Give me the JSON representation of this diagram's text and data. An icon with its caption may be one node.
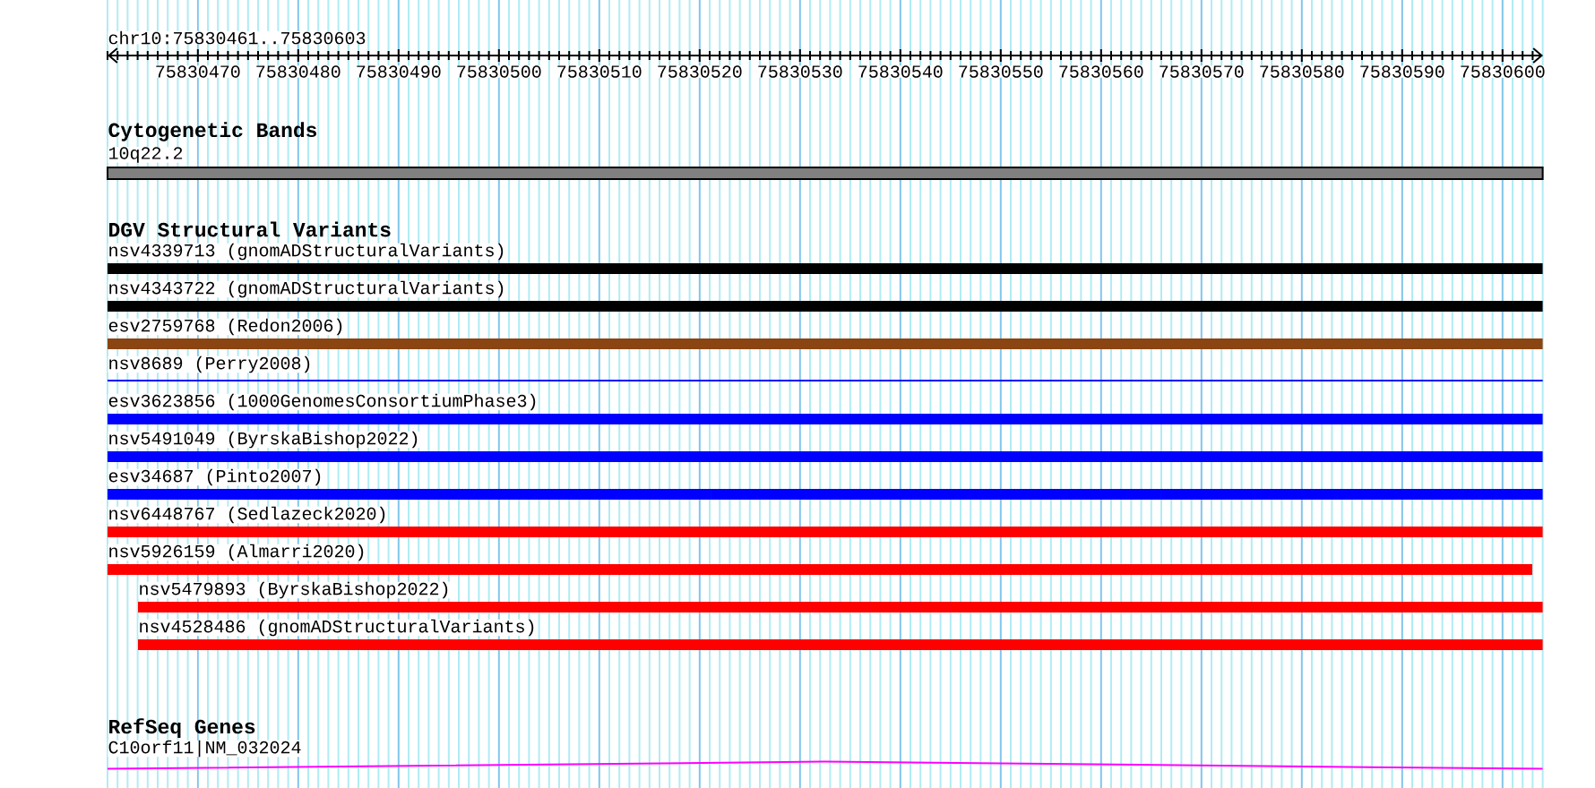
{
  "diagram": {
    "title": "chr10:75830461..75830603",
    "nodes": [
      {
        "text": [
          "10q22.2"
        ],
        "beside": [
          "Cytogenetic Bands"
        ]
      },
      {
        "text": [
          "nsv4339713 (gnomADStructuralVariants)"
        ]
      },
      {
        "text": [
          "nsv4343722 (gnomADStructuralVariants)"
        ]
      },
      {
        "text": [
          "esv2759768 (Redon2006)"
        ]
      },
      {
        "text": [
          "nsv8689 (Perry2008)"
        ]
      },
      {
        "text": [
          "esv3623856 (1000GenomesConsortiumPhase3)"
        ]
      },
      {
        "text": [
          "nsv5491049 (ByrskaBishop2022)"
        ]
      },
      {
        "text": [
          "esv34687 (Pinto2007)"
        ]
      },
      {
        "text": [
          "nsv6448767 (Sedlazeck2020)"
        ]
      },
      {
        "text": [
          "nsv5926159 (Almarri2020)"
        ]
      },
      {
        "text": [
          "nsv5479893 (ByrskaBishop2022)"
        ]
      },
      {
        "text": [
          "nsv4528486 (gnomADStructuralVariants)"
        ]
      },
      {
        "text": [
          "C10orf11|NM_032024"
        ],
        "beside": [
          "RefSeq Genes"
        ]
      }
    ],
    "labels": [
      "75830470",
      "75830480",
      "75830490",
      "75830500",
      "75830510",
      "75830520",
      "75830530",
      "75830540",
      "75830550",
      "75830560",
      "75830570",
      "75830580",
      "75830590",
      "75830600",
      "DGV Structural Variants"
    ]
  }
}
